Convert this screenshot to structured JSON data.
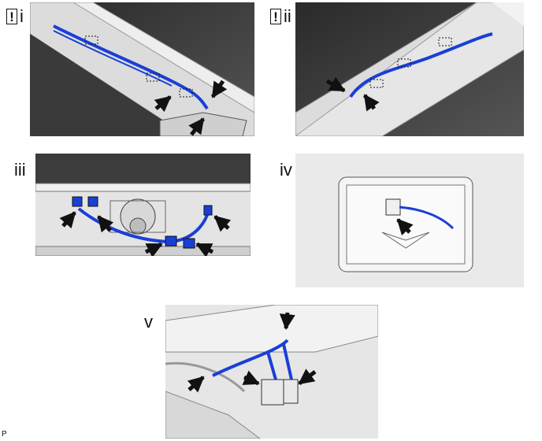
{
  "figure": {
    "icons": {
      "caution": "caution-exclamation-icon",
      "arrow": "pointer-arrow-icon",
      "clip": "dashed-clip-marker-icon"
    },
    "colors": {
      "harness": "#1a3fd6",
      "background": "#ffffff",
      "headliner_dark": "#3c3c3c",
      "trim_light": "#e4e4e4",
      "outline": "#222222"
    },
    "caution_symbol": "!",
    "code": "P",
    "panels": [
      {
        "id": "i",
        "label": "i",
        "has_caution": true
      },
      {
        "id": "ii",
        "label": "ii",
        "has_caution": true
      },
      {
        "id": "iii",
        "label": "iii",
        "has_caution": false
      },
      {
        "id": "iv",
        "label": "iv",
        "has_caution": false
      },
      {
        "id": "v",
        "label": "v",
        "has_caution": false
      }
    ]
  }
}
